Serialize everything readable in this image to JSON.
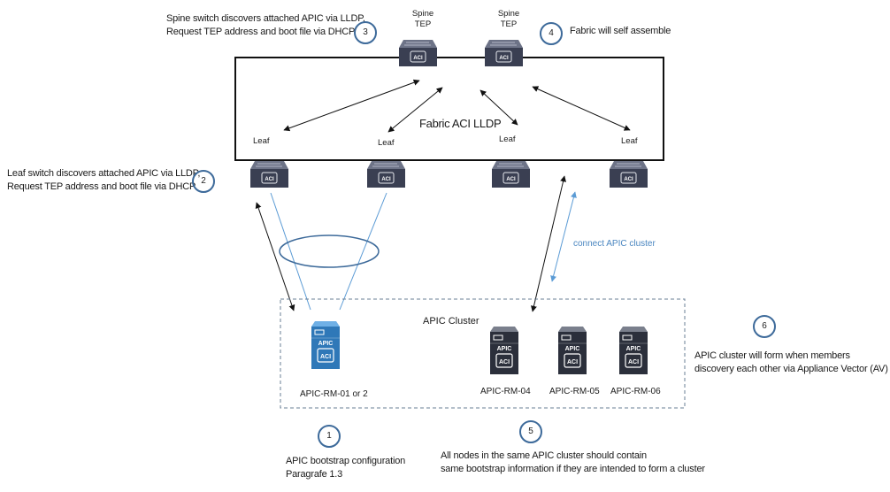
{
  "diagram": {
    "fabric_label": "Fabric ACI LLDP",
    "spines": [
      {
        "label": "Spine\nTEP",
        "line1": "Spine",
        "line2": "TEP",
        "badge": "ACI"
      },
      {
        "label": "Spine\nTEP",
        "line1": "Spine",
        "line2": "TEP",
        "badge": "ACI"
      }
    ],
    "leaves": [
      {
        "label": "Leaf",
        "badge": "ACI"
      },
      {
        "label": "Leaf",
        "badge": "ACI"
      },
      {
        "label": "Leaf",
        "badge": "ACI"
      },
      {
        "label": "Leaf",
        "badge": "ACI"
      }
    ],
    "cluster": {
      "label": "APIC Cluster",
      "connect_label": "connect APIC cluster",
      "nodes": [
        {
          "name": "APIC-RM-01 or 2",
          "type": "APIC",
          "badge": "ACI",
          "color": "#2f78b8"
        },
        {
          "name": "APIC-RM-04",
          "type": "APIC",
          "badge": "ACI",
          "color": "#2b2f3b"
        },
        {
          "name": "APIC-RM-05",
          "type": "APIC",
          "badge": "ACI",
          "color": "#2b2f3b"
        },
        {
          "name": "APIC-RM-06",
          "type": "APIC",
          "badge": "ACI",
          "color": "#2b2f3b"
        }
      ]
    },
    "steps": [
      {
        "number": "1",
        "lines": [
          "APIC bootstrap configuration",
          "Paragrafe 1.3"
        ]
      },
      {
        "number": "2",
        "lines": [
          "Leaf switch discovers attached APIC via LLDP,",
          "Request TEP address and boot file via DHCP"
        ]
      },
      {
        "number": "3",
        "lines": [
          "Spine switch discovers attached APIC via LLDP,",
          "Request TEP address and boot file via DHCP"
        ]
      },
      {
        "number": "4",
        "lines": [
          "Fabric will self assemble"
        ]
      },
      {
        "number": "5",
        "lines": [
          "All nodes in the same APIC cluster should contain",
          "same bootstrap information if they are intended to form a cluster"
        ]
      },
      {
        "number": "6",
        "lines": [
          "APIC cluster will form when members",
          "discovery each other via Appliance Vector (AV)"
        ]
      }
    ],
    "colors": {
      "step_circle": "#3d6a9a",
      "link_blue": "#5b9bd5",
      "switch_body": "#3a3f52",
      "apic_primary": "#2f78b8",
      "apic_member": "#2b2f3b"
    }
  }
}
